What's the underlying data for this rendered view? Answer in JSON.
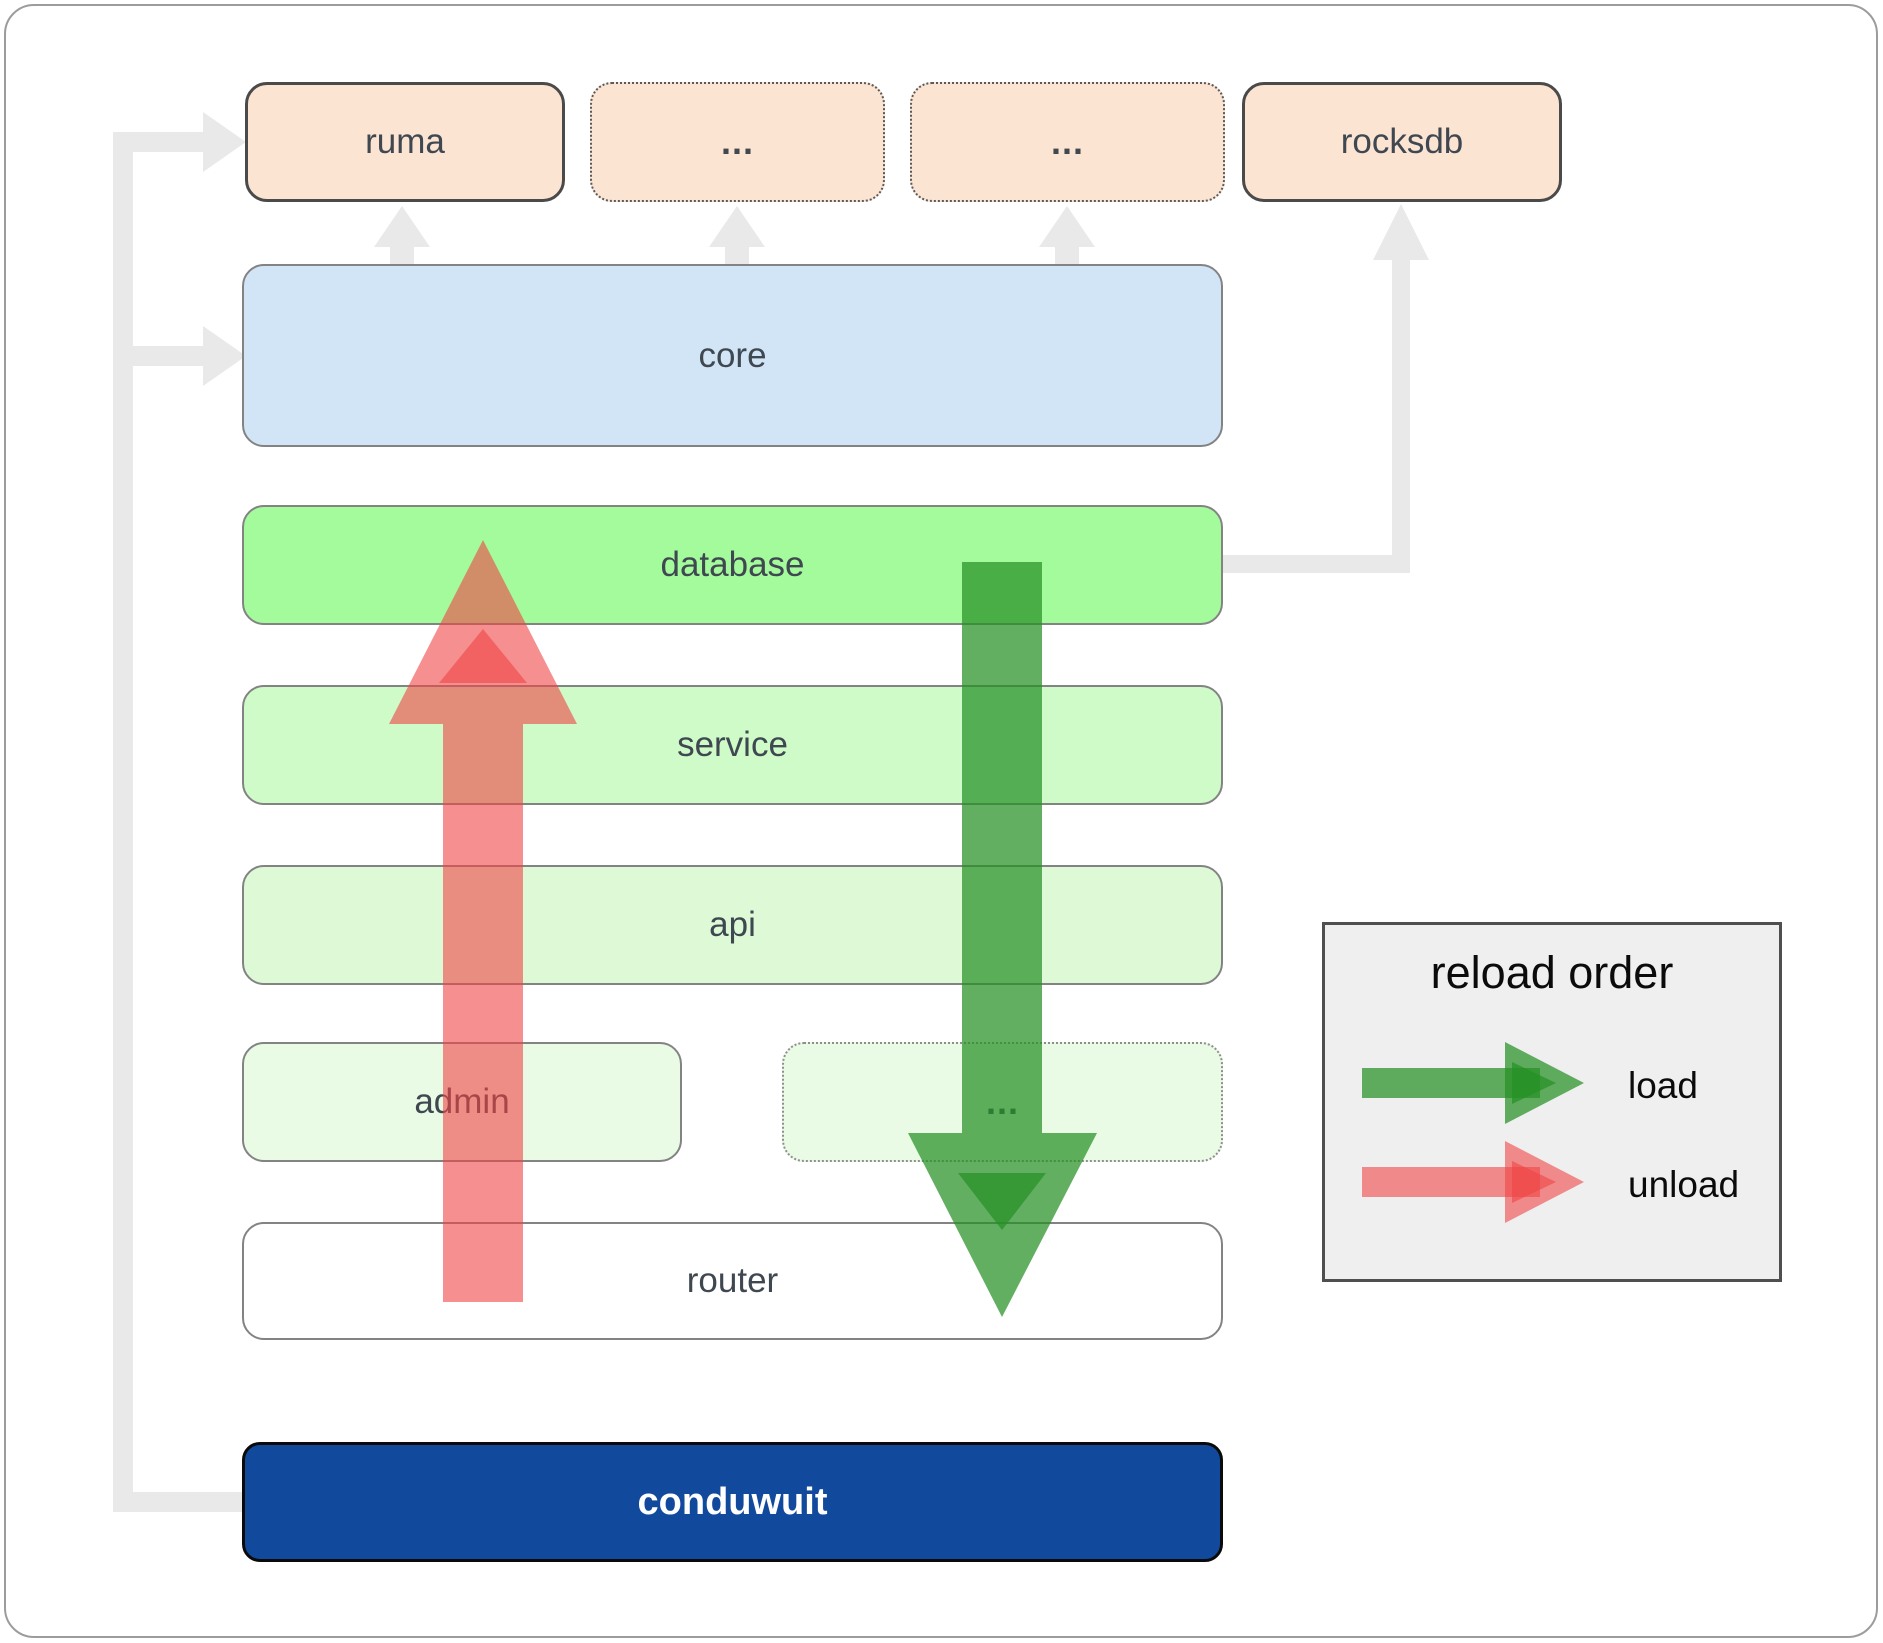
{
  "diagram": {
    "top_row": [
      {
        "label": "ruma"
      },
      {
        "label": "..."
      },
      {
        "label": "..."
      },
      {
        "label": "rocksdb"
      }
    ],
    "layers": [
      {
        "label": "core"
      },
      {
        "label": "database"
      },
      {
        "label": "service"
      },
      {
        "label": "api"
      },
      {
        "label": "admin"
      },
      {
        "label": "..."
      },
      {
        "label": "router"
      }
    ],
    "app_label": "conduwuit"
  },
  "legend": {
    "title": "reload order",
    "items": [
      {
        "label": "load",
        "color": "#259025"
      },
      {
        "label": "unload",
        "color": "#f04545"
      }
    ]
  },
  "colors": {
    "connector_gray": "#e9e9e9",
    "external_peach": "#fce4d3",
    "core_blue": "#d2e5f7",
    "database_green": "#a4fb9b",
    "service_green": "#cefbc8",
    "api_green": "#ddf9d6",
    "admin_green": "#eafbe5",
    "router_white": "#ffffff",
    "conduwuit_blue": "#114a9d",
    "load_green": "#259025",
    "unload_red": "#f04545"
  }
}
